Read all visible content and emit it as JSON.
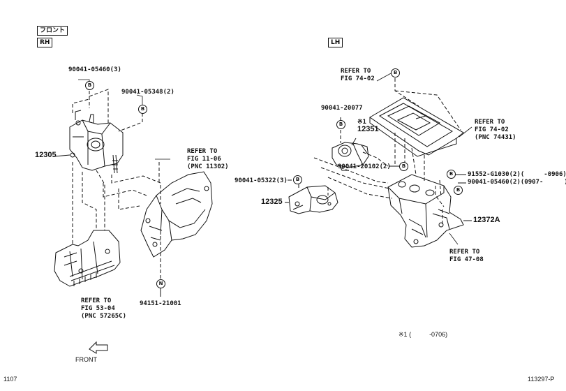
{
  "header": {
    "front_jp": "フロント",
    "rh": "RH",
    "lh": "LH"
  },
  "rh_labels": {
    "bolt1": "90041-05460(3)",
    "bolt2": "90041-05348(2)",
    "part_12305": "12305",
    "refer1_l1": "REFER TO",
    "refer1_l2": "FIG 11-06",
    "refer1_l3": "(PNC 11302)",
    "refer2_l1": "REFER TO",
    "refer2_l2": "FIG 53-04",
    "refer2_l3": "(PNC 57265C)",
    "nut": "94151-21001",
    "front": "FRONT"
  },
  "lh_labels": {
    "refer3_l1": "REFER TO",
    "refer3_l2": "FIG 74-02",
    "bolt3": "90041-20077",
    "note1": "※1",
    "part_12351": "12351",
    "refer4_l1": "REFER TO",
    "refer4_l2": "FIG 74-02",
    "refer4_l3": "(PNC 74431)",
    "bolt4": "90041-20102(2)",
    "bolt5": "90041-05322(3)",
    "bolt6": "91552-G1030(2)(",
    "bolt6_range": "-0906)",
    "bolt7": "90041-05460(2)(0907-",
    "bolt7_close": ")",
    "part_12325": "12325",
    "part_12372a": "12372A",
    "refer5_l1": "REFER TO",
    "refer5_l2": "FIG 47-08"
  },
  "callouts": {
    "b": "B",
    "n": "N"
  },
  "footnote": {
    "mark": "※1",
    "open": "(",
    "range": "-0706)"
  },
  "footer": {
    "page": "1107",
    "figure_id": "113297-P"
  }
}
